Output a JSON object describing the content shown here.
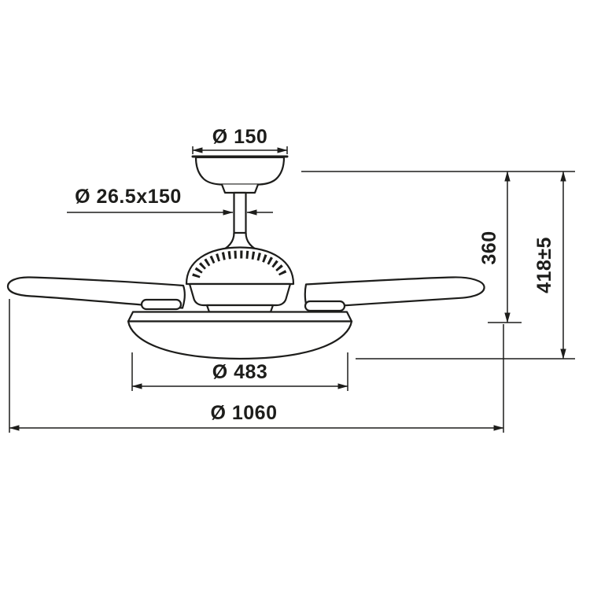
{
  "diagram": {
    "background_color": "#ffffff",
    "line_color": "#1d1d1b"
  },
  "labels": {
    "canopy_diameter": "Ø 150",
    "downrod_size": "Ø 26.5x150",
    "height_to_blades": "360",
    "total_height": "418±5",
    "light_diameter": "Ø 483",
    "sweep_diameter": "Ø 1060"
  }
}
